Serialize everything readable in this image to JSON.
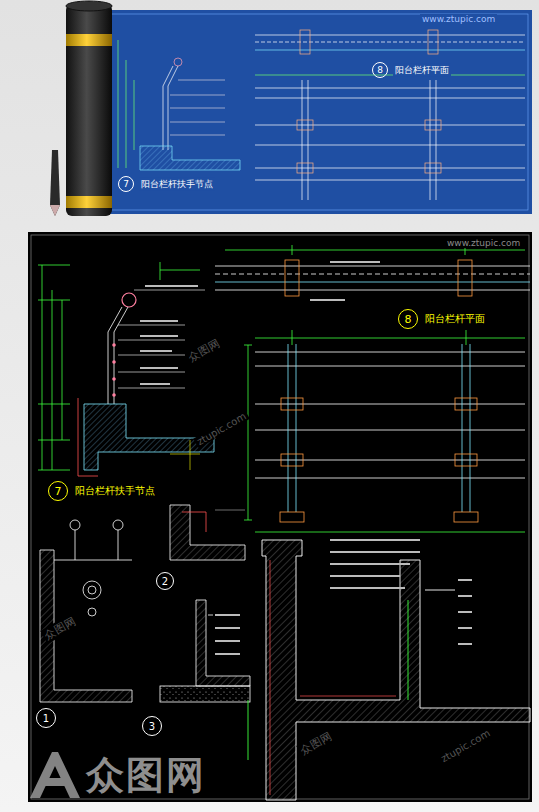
{
  "diagram": {
    "nodes": [
      {
        "text": [
          "8",
          "阳台栏杆平面"
        ]
      },
      {
        "text": [
          "7",
          "阳台栏杆扶手节点"
        ]
      },
      {
        "text": [
          "8",
          "阳台栏杆平面"
        ]
      },
      {
        "text": [
          "7",
          "阳台栏杆扶手节点"
        ]
      },
      {
        "text": [
          "2"
        ]
      },
      {
        "text": [
          "1"
        ]
      },
      {
        "text": [
          "3"
        ]
      }
    ],
    "labels": [
      "www.ztupic.com",
      "www.ztupic.com",
      "众图网",
      "ztupic.com",
      "众图网",
      "众图网",
      "ztupic.com",
      "众图网"
    ]
  }
}
